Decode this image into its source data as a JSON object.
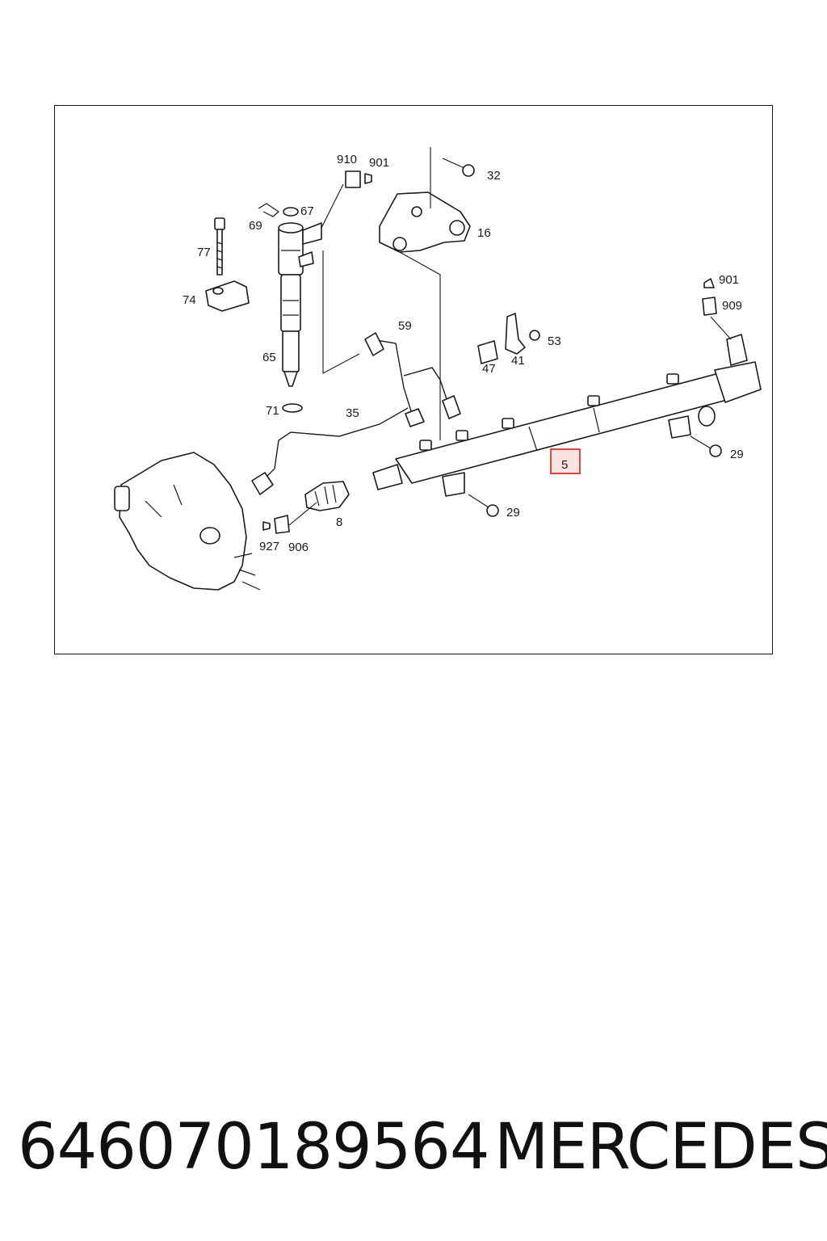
{
  "diagram": {
    "callouts": {
      "c910": "910",
      "c901a": "901",
      "c32": "32",
      "c67": "67",
      "c69": "69",
      "c16": "16",
      "c77": "77",
      "c901b": "901",
      "c909": "909",
      "c74": "74",
      "c59": "59",
      "c53": "53",
      "c65": "65",
      "c47": "47",
      "c41": "41",
      "c71": "71",
      "c35": "35",
      "c29a": "29",
      "c5": "5",
      "c29b": "29",
      "c8": "8",
      "c927": "927",
      "c906": "906"
    },
    "highlight_color": "#e03030"
  },
  "footer": {
    "part_number": "646070189564",
    "brand": "MERCEDES"
  }
}
